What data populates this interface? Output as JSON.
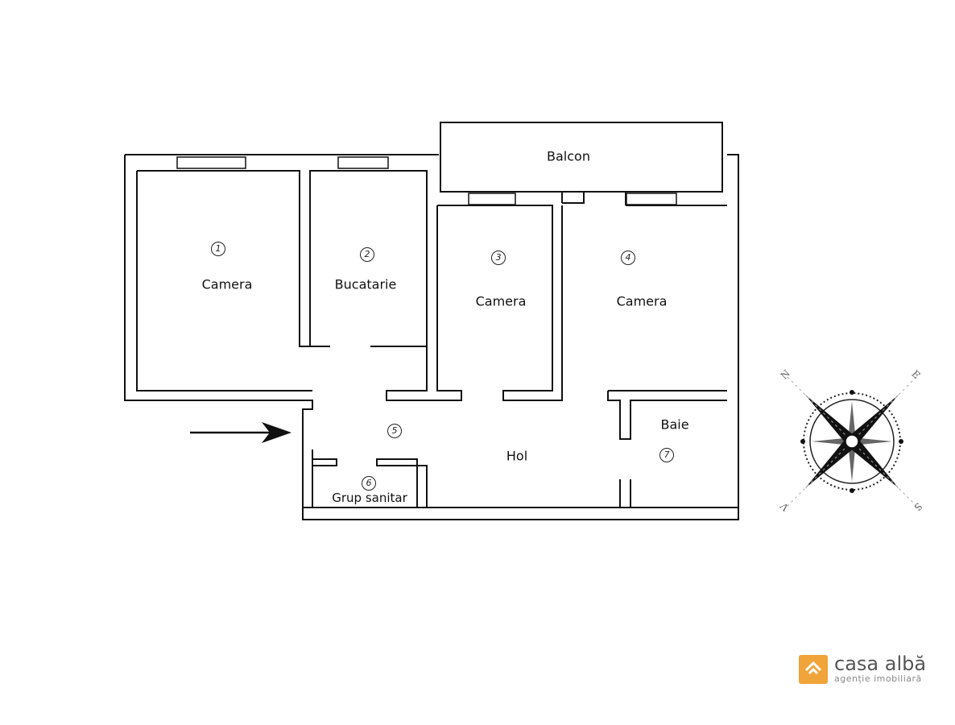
{
  "rooms": [
    {
      "num": "1",
      "name": "Camera"
    },
    {
      "num": "2",
      "name": "Bucatarie"
    },
    {
      "num": "3",
      "name": "Camera"
    },
    {
      "num": "4",
      "name": "Camera"
    },
    {
      "num": "5",
      "name": ""
    },
    {
      "num": "6",
      "name": "Grup sanitar"
    },
    {
      "num": "7",
      "name": "Baie"
    }
  ],
  "balcony": "Balcon",
  "hall": "Hol",
  "compass": {
    "n": "N",
    "e": "E",
    "s": "S",
    "v": "V"
  },
  "logo": {
    "brand": "casa albă",
    "tagline": "agenție imobiliară",
    "color": "#f0a43a"
  }
}
